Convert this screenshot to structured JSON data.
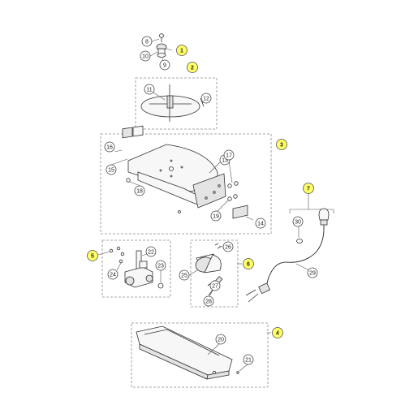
{
  "groups": [
    {
      "number": "1"
    },
    {
      "number": "2"
    },
    {
      "number": "3"
    },
    {
      "number": "4"
    },
    {
      "number": "5"
    },
    {
      "number": "6"
    },
    {
      "number": "7"
    }
  ],
  "parts": [
    {
      "number": "8"
    },
    {
      "number": "9"
    },
    {
      "number": "10"
    },
    {
      "number": "11"
    },
    {
      "number": "12"
    },
    {
      "number": "13"
    },
    {
      "number": "14"
    },
    {
      "number": "15"
    },
    {
      "number": "16"
    },
    {
      "number": "17"
    },
    {
      "number": "18"
    },
    {
      "number": "19"
    },
    {
      "number": "20"
    },
    {
      "number": "21"
    },
    {
      "number": "22"
    },
    {
      "number": "23"
    },
    {
      "number": "24"
    },
    {
      "number": "25"
    },
    {
      "number": "26"
    },
    {
      "number": "27"
    },
    {
      "number": "28"
    },
    {
      "number": "29"
    },
    {
      "number": "30"
    }
  ],
  "colors": {
    "group_marker": "#ffff66",
    "outline": "#333333"
  }
}
